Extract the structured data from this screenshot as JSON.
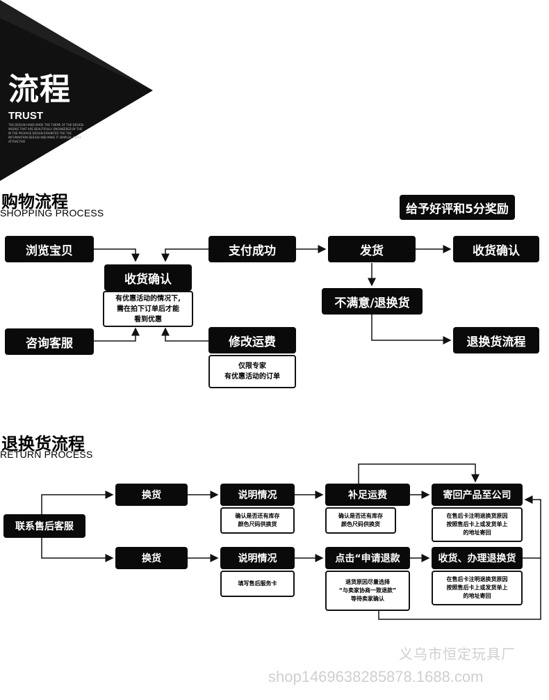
{
  "header": {
    "title": "流程",
    "subtitle": "TRUST",
    "small_text": "THE DESIGN HAND MADE THE THEME OF THE DESIGN WORKS THAT ARE BEAUTIFULLY ENGINEERED BY THE IN THE PACKAGE DESIGN EXHIBITED THE THE INFORMATION DESIGN AND MAKE IT SIMPLER, MORE ATTRACTIVE"
  },
  "shopping": {
    "title": "购物流程",
    "subtitle": "SHOPPING PROCESS",
    "browse": "浏览宝贝",
    "consult": "咨询客服",
    "receive_confirm": "收货确认",
    "receive_note": "有优惠活动的情况下,\n需在拍下订单后才能\n看到优惠",
    "pay_success": "支付成功",
    "modify_shipping": "修改运费",
    "modify_note": "仅限专家\n有优惠活动的订单",
    "ship": "发货",
    "receipt_confirm": "收货确认",
    "review_reward": "给予好评和5分奖励",
    "unsatisfied": "不满意/退换货",
    "return_flow": "退换货流程"
  },
  "return": {
    "title": "退换货流程",
    "subtitle": "RETURN PROCESS",
    "contact": "联系售后客服",
    "exchange_1": "换货",
    "exchange_2": "换货",
    "explain_1": "说明情况",
    "explain_1_note": "确认是否还有库存\n颜色尺码供换货",
    "explain_2": "说明情况",
    "explain_2_note": "填写售后服务卡",
    "supplement_shipping": "补足运费",
    "supplement_note": "确认是否还有库存\n颜色尺码供换货",
    "apply_refund": "点击“申请退款",
    "refund_note": "退货原因尽量选择\n“与卖家协商一致退款”\n等待卖家确认",
    "send_back": "寄回产品至公司",
    "send_back_note": "在售后卡注明退换货原因\n按照售后卡上或发货单上\n的地址寄回",
    "receive_refund": "收货、办理退换货",
    "receive_refund_note": "在售后卡注明退换货原因\n按照售后卡上或发货单上\n的地址寄回"
  },
  "watermark": {
    "company": "义乌市恒定玩具厂",
    "shop": "shop1469638285878.1688.com"
  },
  "colors": {
    "box": "#0a0a0a",
    "header": "#111111"
  }
}
